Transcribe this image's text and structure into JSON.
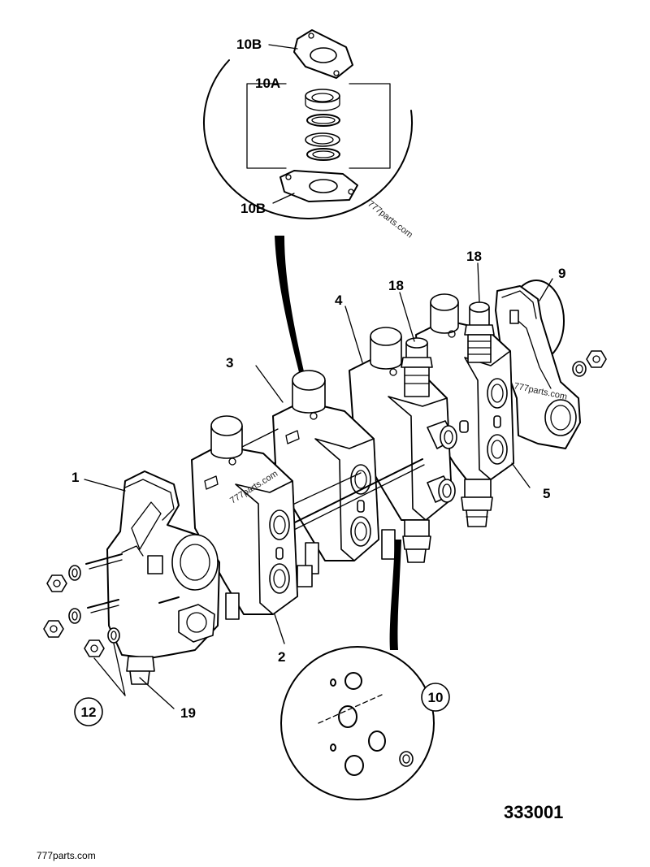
{
  "labels": {
    "l_10b_top": "10B",
    "l_10a": "10A",
    "l_10b_bottom": "10B",
    "l_18_left": "18",
    "l_18_right": "18",
    "l_9": "9",
    "l_4": "4",
    "l_3": "3",
    "l_1": "1",
    "l_2": "2",
    "l_5": "5",
    "l_12": "12",
    "l_19": "19",
    "l_10": "10"
  },
  "drawing_number": "333001",
  "watermarks": {
    "bottom_left": "777parts.com",
    "callout": "777parts.com",
    "body_right": "777parts.com",
    "body_left": "777parts.com"
  },
  "colors": {
    "ink": "#000000",
    "paper": "#ffffff"
  }
}
